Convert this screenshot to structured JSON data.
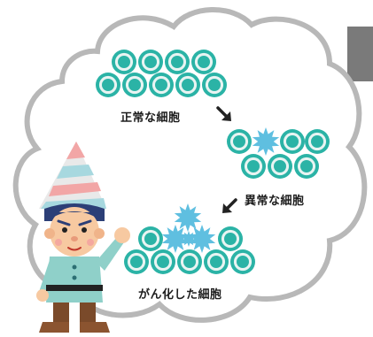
{
  "labels": {
    "normal_cells": "正常な細胞",
    "abnormal_cells": "異常な細胞",
    "cancer_cells": "がん化した細胞"
  },
  "colors": {
    "cell_fill": "#2bb3a6",
    "cell_ring": "#e8f4f2",
    "star_fill": "#5fbfe0",
    "cloud_outline": "#b8b8b8",
    "arrow": "#222222",
    "side_box": "#7a7a7a"
  },
  "icons": {
    "arrow_1": "arrow-down-right-icon",
    "arrow_2": "arrow-down-left-icon",
    "character": "gnome-character-illustration"
  }
}
